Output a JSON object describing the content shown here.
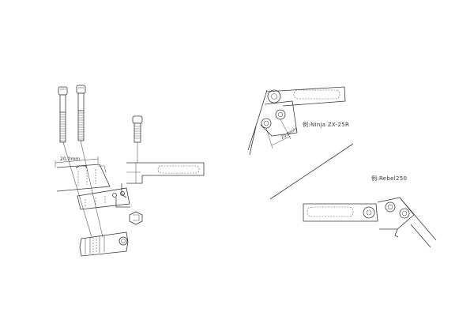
{
  "labels": {
    "dim_left": "20.0mm",
    "dim_right": "20.0mm",
    "example_ninja": "例:Ninja ZX-25R",
    "example_rebel": "例:Rebel250"
  }
}
